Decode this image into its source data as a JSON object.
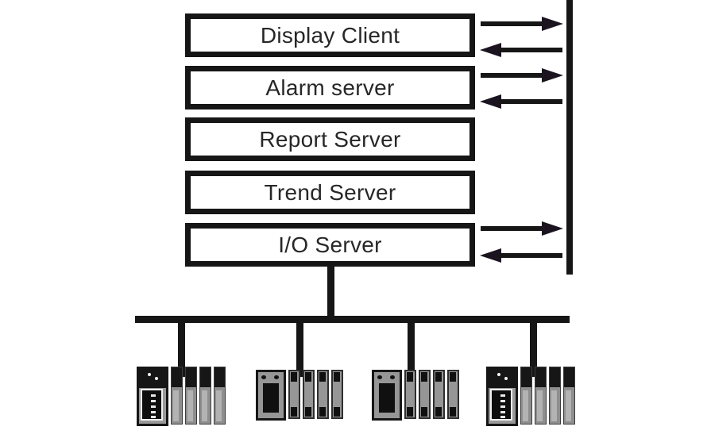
{
  "diagram": {
    "background": "#ffffff",
    "line_color": "#161616",
    "module_gray": "#969696",
    "server_boxes": [
      {
        "label": "Display Client"
      },
      {
        "label": "Alarm server"
      },
      {
        "label": "Report Server"
      },
      {
        "label": "Trend Server"
      },
      {
        "label": "I/O Server"
      }
    ],
    "arrows": [
      {
        "icon": "arrow-right-icon",
        "direction": "right",
        "row": "Display Client"
      },
      {
        "icon": "arrow-left-icon",
        "direction": "left",
        "row": "Display Client"
      },
      {
        "icon": "arrow-right-icon",
        "direction": "right",
        "row": "Alarm server"
      },
      {
        "icon": "arrow-left-icon",
        "direction": "left",
        "row": "Alarm server"
      },
      {
        "icon": "arrow-right-icon",
        "direction": "right",
        "row": "I/O Server"
      },
      {
        "icon": "arrow-left-icon",
        "direction": "left",
        "row": "I/O Server"
      }
    ],
    "devices": [
      {
        "icon": "plc-rack-icon",
        "variant": "cpu-rack"
      },
      {
        "icon": "plc-rack-icon",
        "variant": "io-rack"
      },
      {
        "icon": "plc-rack-icon",
        "variant": "io-rack"
      },
      {
        "icon": "plc-rack-icon",
        "variant": "cpu-rack"
      }
    ]
  }
}
